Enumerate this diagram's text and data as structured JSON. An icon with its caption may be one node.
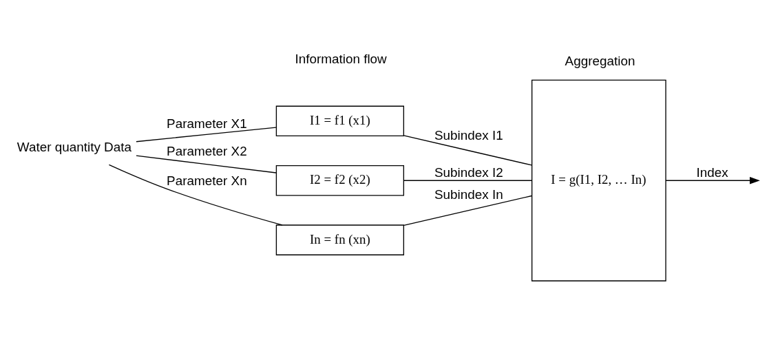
{
  "diagram": {
    "nodes": [
      {
        "text": [
          "Water quantity Data"
        ]
      },
      {
        "text": [
          "I1 = f1 (x1)"
        ]
      },
      {
        "text": [
          "I2 = f2 (x2)"
        ]
      },
      {
        "text": [
          "In = fn (xn)"
        ]
      },
      {
        "text": [
          "Aggregation",
          "I = g(I1, I2, … In)"
        ]
      }
    ],
    "edges": [
      {
        "from": 0,
        "to": 1,
        "arrow": "none",
        "label": "Parameter X1"
      },
      {
        "from": 0,
        "to": 2,
        "arrow": "none",
        "label": "Parameter X2"
      },
      {
        "from": 0,
        "to": 3,
        "arrow": "none",
        "label": "Parameter Xn"
      },
      {
        "from": 1,
        "to": 4,
        "arrow": "none",
        "label": "Subindex I1"
      },
      {
        "from": 2,
        "to": 4,
        "arrow": "none",
        "label": "Subindex I2"
      },
      {
        "from": 3,
        "to": 4,
        "arrow": "none",
        "label": "Subindex In"
      },
      {
        "from": 4,
        "to": null,
        "arrow": "to",
        "label": "Index"
      }
    ],
    "labels": [
      "Information flow"
    ]
  }
}
